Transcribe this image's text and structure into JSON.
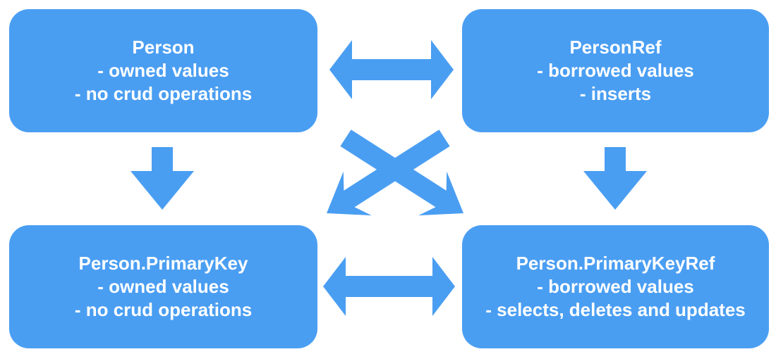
{
  "colors": {
    "accent": "#4a9ef2",
    "text": "#ffffff",
    "background": "#ffffff"
  },
  "diagram": {
    "boxes": {
      "person": {
        "title": "Person",
        "lines": [
          "- owned values",
          "- no crud operations"
        ]
      },
      "person_ref": {
        "title": "PersonRef",
        "lines": [
          "- borrowed values",
          "- inserts"
        ]
      },
      "primary_key": {
        "title": "Person.PrimaryKey",
        "lines": [
          "- owned values",
          "- no crud operations"
        ]
      },
      "primary_key_ref": {
        "title": "Person.PrimaryKeyRef",
        "lines": [
          "- borrowed values",
          "- selects, deletes and updates"
        ]
      }
    },
    "arrows": [
      {
        "name": "person-personref",
        "style": "double-headed-horizontal"
      },
      {
        "name": "primarykey-primarykeyref",
        "style": "double-headed-horizontal"
      },
      {
        "name": "person-primarykey",
        "style": "down"
      },
      {
        "name": "personref-primarykeyref",
        "style": "down"
      },
      {
        "name": "person-primarykeyref",
        "style": "diagonal-down-right"
      },
      {
        "name": "personref-primarykey",
        "style": "diagonal-down-left"
      }
    ]
  }
}
